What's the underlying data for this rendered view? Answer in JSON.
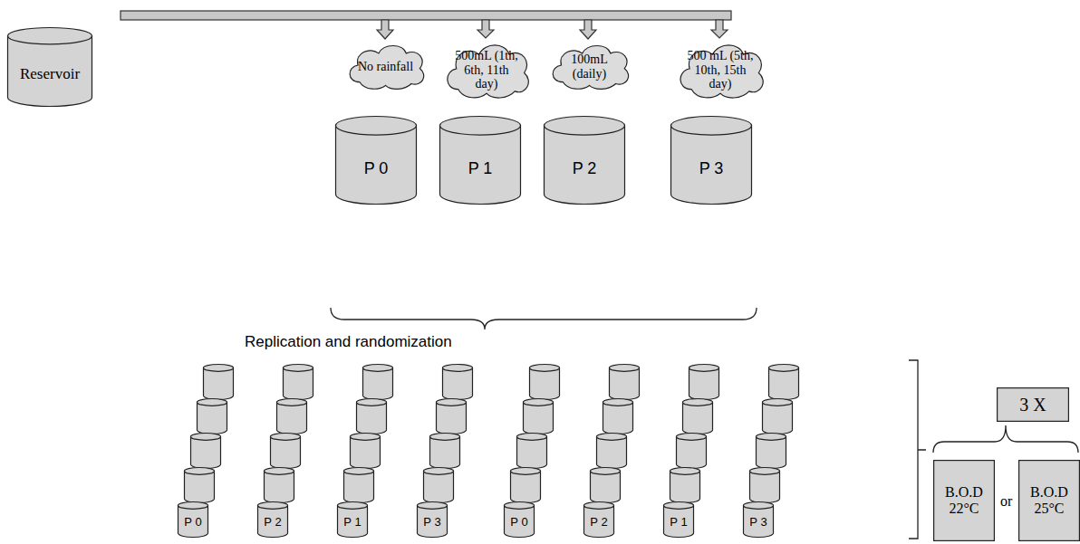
{
  "diagram": {
    "nodes": [
      {
        "text": [
          "Reservoir"
        ]
      },
      {
        "text": [
          "No rainfall"
        ]
      },
      {
        "text": [
          "500mL (1th, 6th, 11th day)"
        ]
      },
      {
        "text": [
          "100mL (daily)"
        ]
      },
      {
        "text": [
          "500 mL (5th, 10th, 15th day)"
        ]
      },
      {
        "text": [
          "P 0"
        ]
      },
      {
        "text": [
          "P 1"
        ]
      },
      {
        "text": [
          "P 2"
        ]
      },
      {
        "text": [
          "P 3"
        ]
      },
      {
        "text": [
          "P 0"
        ]
      },
      {
        "text": [
          "P 2"
        ]
      },
      {
        "text": [
          "P 1"
        ]
      },
      {
        "text": [
          "P 3"
        ]
      },
      {
        "text": [
          "P 0"
        ]
      },
      {
        "text": [
          "P 2"
        ]
      },
      {
        "text": [
          "P 1"
        ]
      },
      {
        "text": [
          "P 3"
        ]
      },
      {
        "text": [
          "3 X"
        ]
      },
      {
        "text": [
          "B.O.D 22°C"
        ]
      },
      {
        "text": [
          "B.O.D 25°C"
        ]
      }
    ],
    "labels": [
      "Replication and randomization",
      "or"
    ]
  }
}
